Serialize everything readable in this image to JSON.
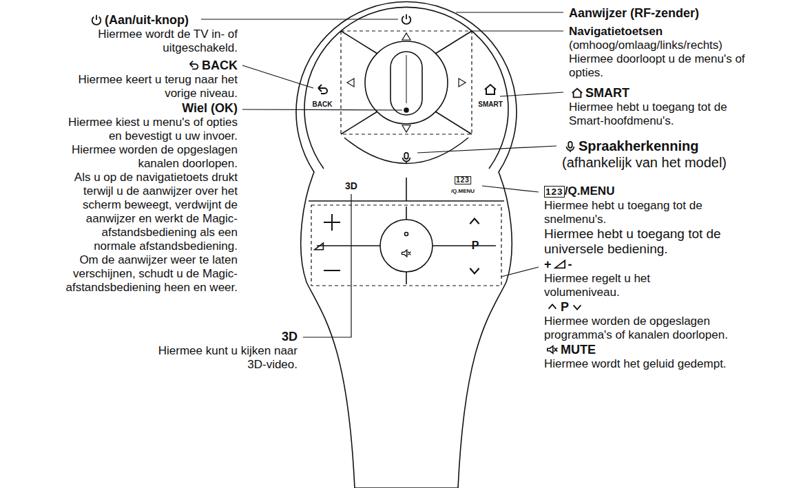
{
  "diagram": {
    "labels": [
      "(Aan/uit-knop)",
      "Hiermee wordt de TV in- of uitgeschakeld.",
      "BACK",
      "Hiermee keert u terug naar het vorige niveau.",
      "Wiel (OK)",
      "Hiermee kiest u menu's of opties en bevestigt u uw invoer.",
      "Hiermee worden de opgeslagen kanalen doorlopen.",
      "Als u op de navigatietoets drukt terwijl u de aanwijzer over het scherm beweegt, verdwijnt de aanwijzer en werkt de Magic-afstandsbediening als een normale afstandsbediening.",
      "Om de aanwijzer weer te laten verschijnen, schudt u de Magic-afstandsbediening heen en weer.",
      "3D",
      "Hiermee kunt u kijken naar 3D-video.",
      "Aanwijzer (RF-zender)",
      "Navigatietoetsen",
      "(omhoog/omlaag/links/rechts)",
      "Hiermee doorloopt u de menu's of opties.",
      "SMART",
      "Hiermee hebt u toegang tot de Smart-hoofdmenu's.",
      "Spraakherkenning",
      "(afhankelijk van het model)",
      "123",
      "/Q.MENU",
      "Hiermee hebt u toegang tot de snelmenu's.",
      "Hiermee hebt u toegang tot de universele bediening.",
      "+",
      "-",
      "Hiermee regelt u het volumeniveau.",
      "P",
      "Hiermee worden de opgeslagen programma's of kanalen doorlopen.",
      "MUTE",
      "Hiermee wordt het geluid gedempt.",
      "BACK",
      "SMART",
      "3D",
      "123",
      "/Q.MENU",
      "P"
    ]
  }
}
